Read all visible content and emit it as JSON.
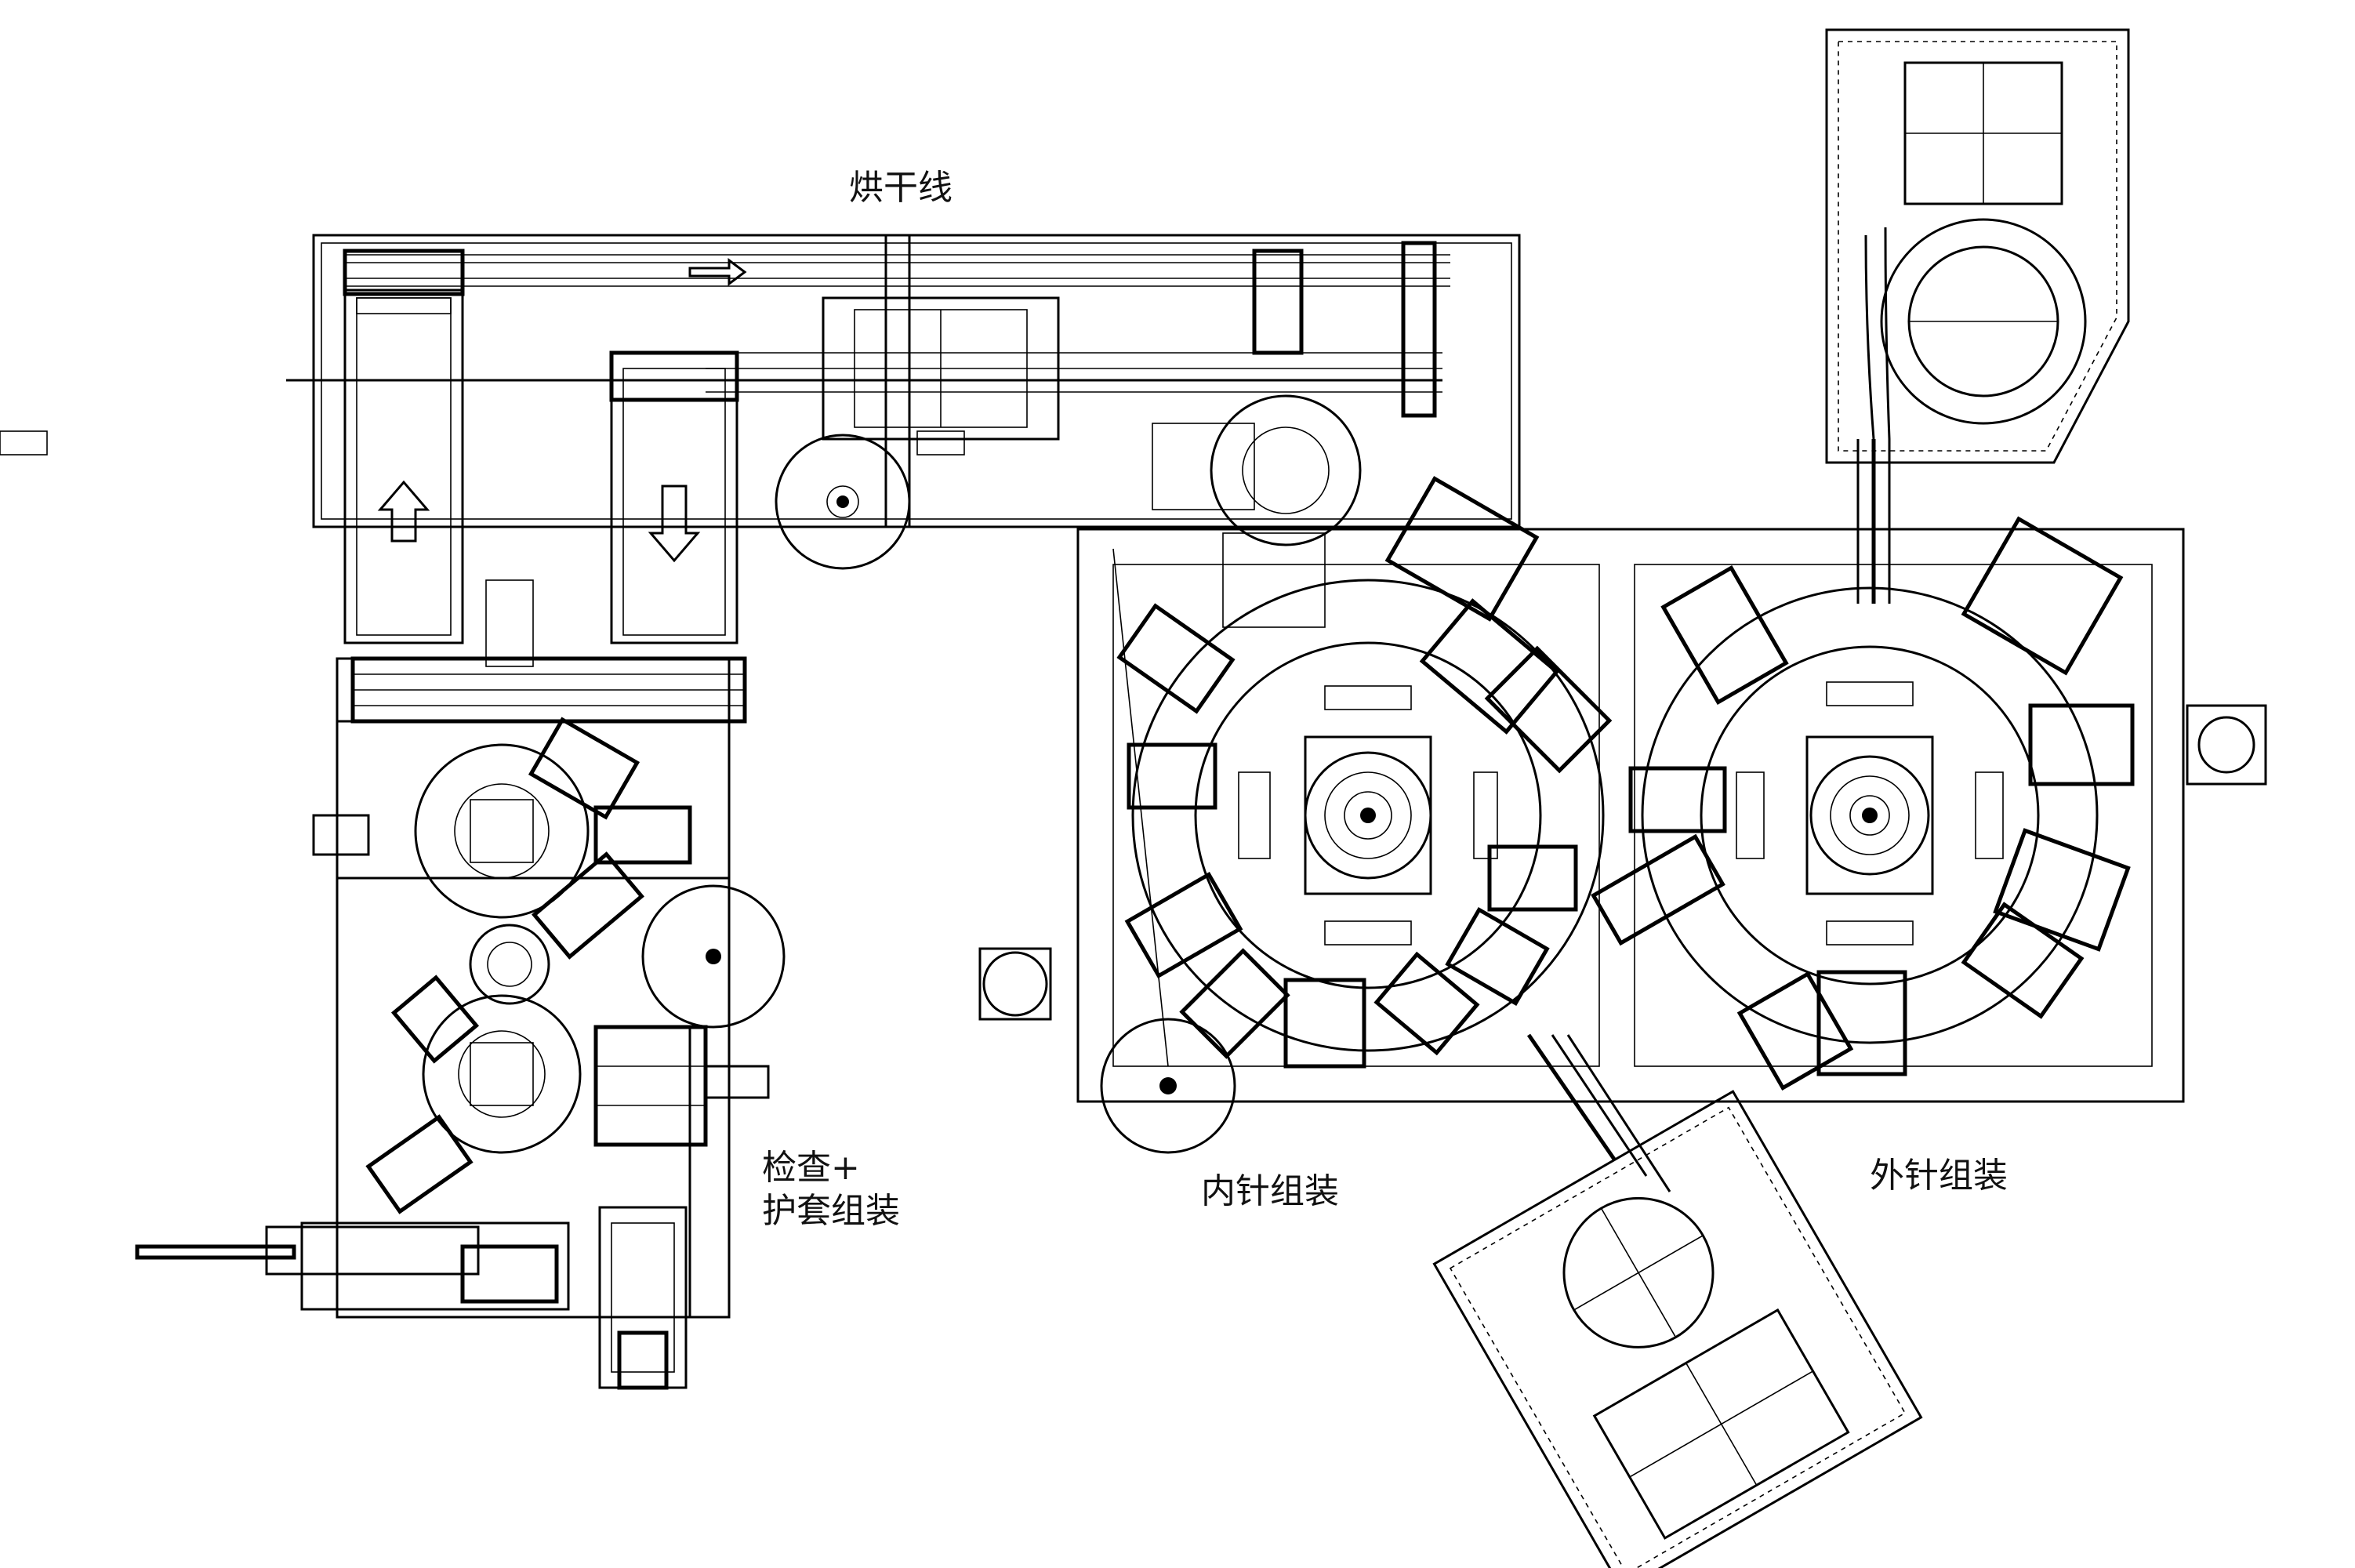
{
  "drawing": {
    "labels": {
      "drying_line": "烘干线",
      "inspection_line1": "检查+",
      "inspection_line2": "护套组装",
      "inner_needle": "内针组装",
      "outer_needle": "外针组装"
    },
    "line_color": "#000000",
    "background_color": "#ffffff"
  }
}
